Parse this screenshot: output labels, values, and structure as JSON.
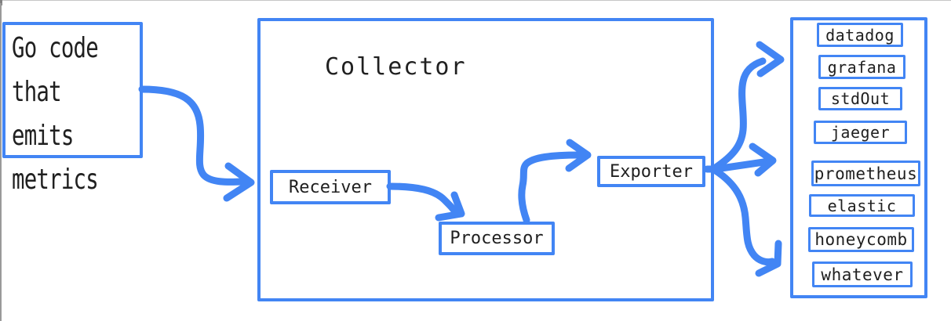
{
  "colors": {
    "accent_blue": "#4285F4",
    "text": "#202020",
    "window_edge_left": "#9a9a9a",
    "window_edge_top": "#c6c6c6"
  },
  "source_box": {
    "label": "Go code\nthat emits\nmetrics"
  },
  "collector": {
    "title": "Collector",
    "stages": {
      "receiver": "Receiver",
      "processor": "Processor",
      "exporter": "Exporter"
    }
  },
  "sinks": {
    "items": [
      "datadog",
      "grafana",
      "stdOut",
      "jaeger",
      "prometheus",
      "elastic",
      "honeycomb",
      "whatever"
    ]
  },
  "connections": [
    {
      "from": "go-code",
      "to": "collector-receiver"
    },
    {
      "from": "receiver",
      "to": "processor"
    },
    {
      "from": "processor",
      "to": "exporter"
    },
    {
      "from": "exporter",
      "to": "sinks-upper"
    },
    {
      "from": "exporter",
      "to": "sinks-middle"
    },
    {
      "from": "exporter",
      "to": "sinks-lower"
    }
  ]
}
